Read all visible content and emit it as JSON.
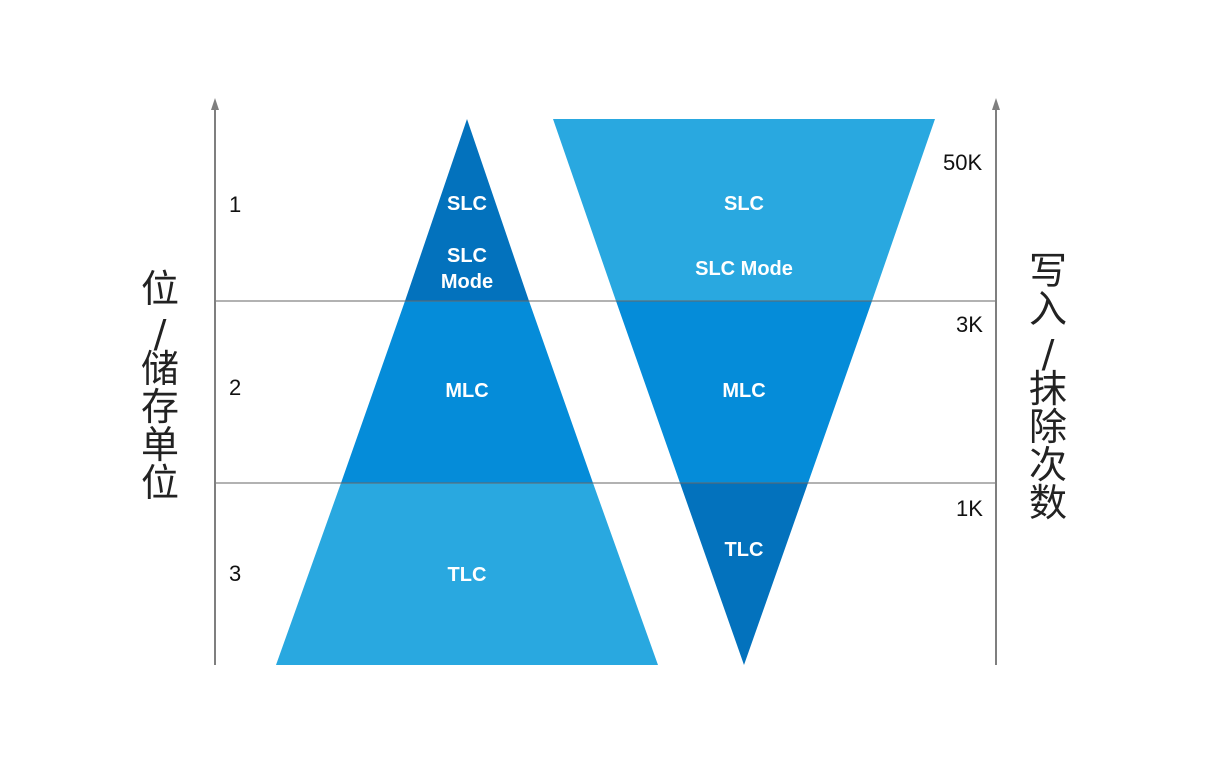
{
  "left_axis": {
    "title_chars": [
      "位",
      "/",
      "储",
      "存",
      "单",
      "位"
    ],
    "ticks": [
      "1",
      "2",
      "3"
    ]
  },
  "right_axis": {
    "title_chars": [
      "写",
      "入",
      "/",
      "抹",
      "除",
      "次",
      "数"
    ],
    "ticks": [
      "50K",
      "3K",
      "1K"
    ]
  },
  "left_triangle": {
    "labels": {
      "slc": "SLC",
      "slc_mode_line1": "SLC",
      "slc_mode_line2": "Mode",
      "mlc": "MLC",
      "tlc": "TLC"
    }
  },
  "right_triangle": {
    "labels": {
      "slc": "SLC",
      "slc_mode": "SLC Mode",
      "mlc": "MLC",
      "tlc": "TLC"
    }
  },
  "colors": {
    "light_blue": "#29a8e0",
    "mid_blue": "#058cd9",
    "dark_blue": "#0372bd",
    "axis_gray": "#7f7f7f"
  }
}
